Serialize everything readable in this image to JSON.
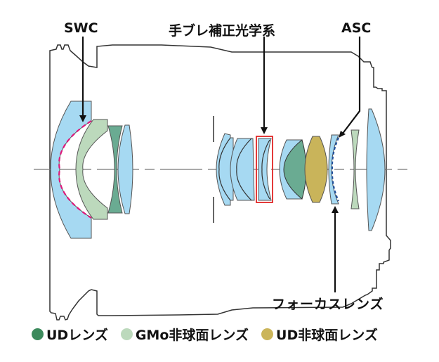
{
  "labels": {
    "swc": "SWC",
    "ois": "手ブレ補正光学系",
    "asc": "ASC",
    "focus": "フォーカスレンズ"
  },
  "legend": [
    {
      "label": "UDレンズ",
      "color": "#3c8a5c",
      "icon": "dark-green-dot"
    },
    {
      "label": "GMo非球面レンズ",
      "color": "#bcd9bc",
      "icon": "light-green-dot"
    },
    {
      "label": "UD非球面レンズ",
      "color": "#cbb55a",
      "icon": "gold-dot"
    }
  ],
  "colors": {
    "standard_lens": "#a6d9f2",
    "ud_lens": "#6aab92",
    "gmo_aspherical": "#bcd9bc",
    "ud_aspherical": "#c9b45a",
    "swc_coating": "#e0177a",
    "asc_coating": "#1f4f9a",
    "ois_highlight": "#e02424",
    "outline": "#333333"
  }
}
